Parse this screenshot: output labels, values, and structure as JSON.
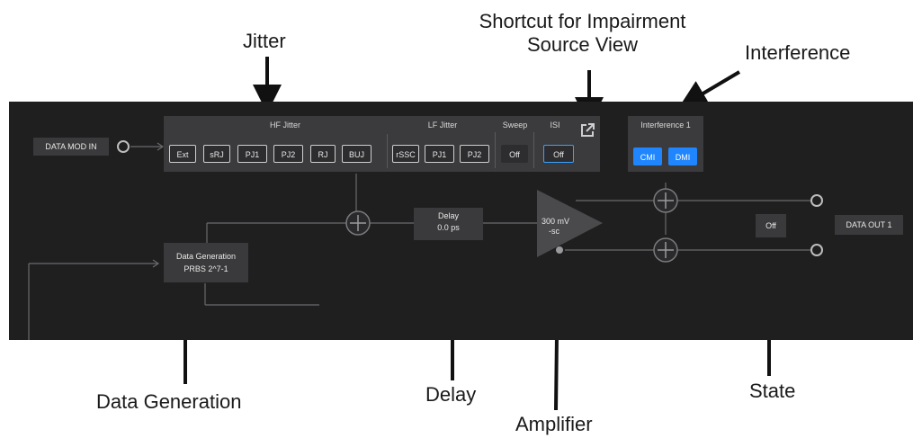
{
  "callouts": {
    "jitter": "Jitter",
    "shortcut_line1": "Shortcut for Impairment",
    "shortcut_line2": "Source View",
    "interference": "Interference",
    "data_generation": "Data Generation",
    "delay": "Delay",
    "amplifier": "Amplifier",
    "state": "State"
  },
  "panel": {
    "data_mod_in": "DATA MOD IN",
    "data_out_1": "DATA OUT 1",
    "hf_jitter": {
      "title": "HF Jitter",
      "buttons": [
        "Ext",
        "sRJ",
        "PJ1",
        "PJ2",
        "RJ",
        "BUJ"
      ]
    },
    "lf_jitter": {
      "title": "LF Jitter",
      "buttons": [
        "rSSC",
        "PJ1",
        "PJ2"
      ]
    },
    "sweep": {
      "title": "Sweep",
      "value": "Off"
    },
    "isi": {
      "title": "ISI",
      "value": "Off"
    },
    "interference": {
      "title": "Interference 1",
      "buttons": [
        "CMI",
        "DMI"
      ]
    },
    "delay": {
      "label": "Delay",
      "value": "0.0 ps"
    },
    "amplifier": {
      "line1": "300 mV",
      "line2": "-sc"
    },
    "data_generation": {
      "label": "Data Generation",
      "value": "PRBS 2^7-1"
    },
    "state": "Off"
  },
  "colors": {
    "panel_bg": "#1f1f20",
    "selected_accent": "#1f86ff"
  }
}
